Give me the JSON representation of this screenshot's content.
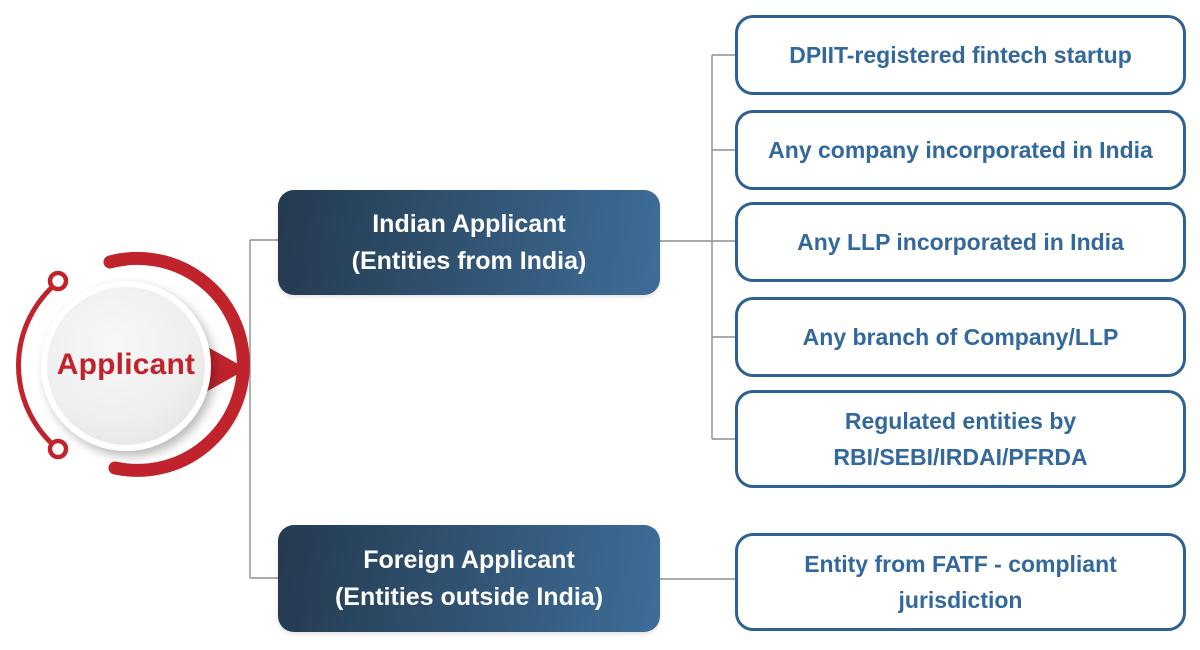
{
  "colors": {
    "accent_red": "#c1232d",
    "node_gradient_dark": "#243a4f",
    "node_gradient_light": "#3e6d98",
    "leaf_border": "#2c6191",
    "leaf_text": "#33689c",
    "connector": "#8f8f8f",
    "node_text": "#ffffff"
  },
  "diagram": {
    "root": {
      "label": "Applicant"
    },
    "branches": [
      {
        "lines": [
          "Indian Applicant",
          "(Entities from India)"
        ]
      },
      {
        "lines": [
          "Foreign Applicant",
          "(Entities outside India)"
        ]
      }
    ],
    "leaves": [
      {
        "lines": [
          "DPIIT-registered fintech startup"
        ]
      },
      {
        "lines": [
          "Any company incorporated in India"
        ]
      },
      {
        "lines": [
          "Any LLP incorporated in India"
        ]
      },
      {
        "lines": [
          "Any branch of Company/LLP"
        ]
      },
      {
        "lines": [
          "Regulated entities by",
          "RBI/SEBI/IRDAI/PFRDA"
        ]
      },
      {
        "lines": [
          "Entity from FATF - compliant",
          "jurisdiction"
        ]
      }
    ]
  }
}
